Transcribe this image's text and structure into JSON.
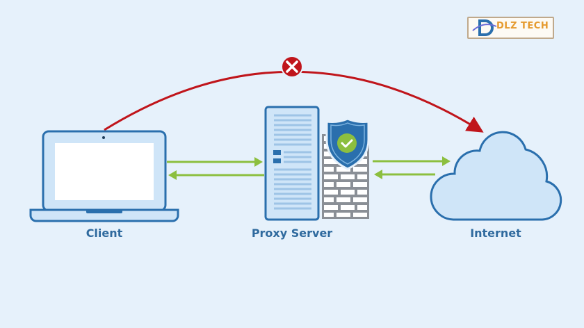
{
  "logo": {
    "brand": "DLZ TECH"
  },
  "nodes": {
    "client": {
      "label": "Client"
    },
    "proxy": {
      "label": "Proxy Server"
    },
    "internet": {
      "label": "Internet"
    }
  },
  "colors": {
    "background": "#e6f1fb",
    "primary_blue": "#2a6fad",
    "light_blue": "#cfe5f8",
    "arrow_green": "#8cbf3f",
    "blocked_red": "#c0151b",
    "label_blue": "#2f6a9e"
  },
  "icons": {
    "blocked": "x-circle-icon",
    "secure": "check-shield-icon"
  }
}
